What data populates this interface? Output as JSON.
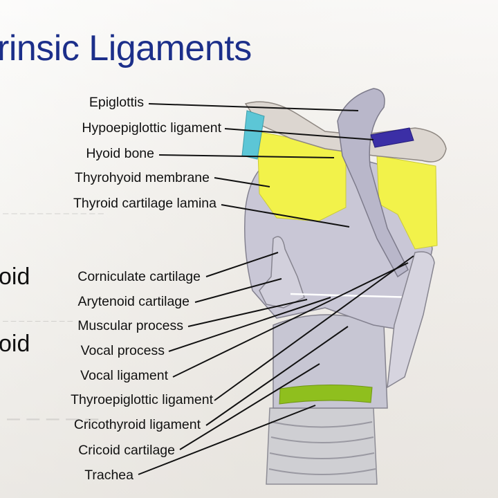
{
  "title": "rinsic Ligaments",
  "side_words": [
    "oid",
    "oid"
  ],
  "labels": [
    "Epiglottis",
    "Hypoepiglottic ligament",
    "Hyoid bone",
    "Thyrohyoid membrane",
    "Thyroid cartilage lamina",
    "Corniculate cartilage",
    "Arytenoid cartilage",
    "Muscular process",
    "Vocal process",
    "Vocal ligament",
    "Thyroepiglottic ligament",
    "Cricothyroid ligament",
    "Cricoid cartilage",
    "Trachea"
  ],
  "colors": {
    "title": "#1c2f8a",
    "cartilage": "#c9c7d6",
    "membrane": "#f2f24a",
    "hyoid_ligament": "#3b2fa6",
    "cricothyroid_band": "#8fbf1e",
    "epiglottis_edge": "#5cc6d6"
  }
}
